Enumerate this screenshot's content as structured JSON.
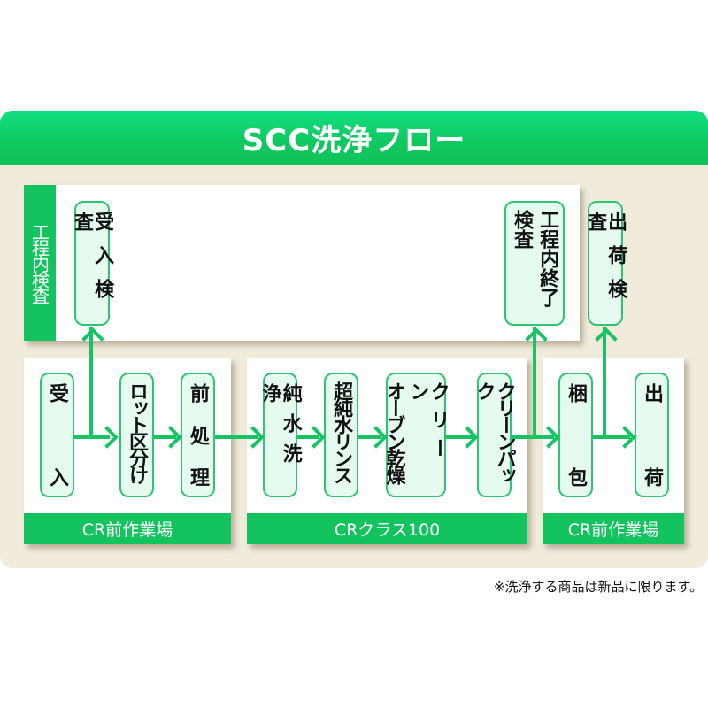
{
  "title": "SCC洗浄フロー",
  "inspection_label": "工程内検査",
  "inspections": {
    "receiving": "受入検査",
    "in_process_end": [
      "工程内終了",
      "検査"
    ],
    "shipping": "出荷検査"
  },
  "zones": [
    {
      "label": "CR前作業場",
      "steps": [
        "受入",
        "ロット区分け",
        "前処理"
      ]
    },
    {
      "label": "CRクラス100",
      "steps": [
        "純水洗浄",
        "超純水リンス",
        "クリーンオーブン乾燥",
        "クリーンパック"
      ]
    },
    {
      "label": "CR前作業場",
      "steps": [
        "梱包",
        "出荷"
      ]
    }
  ],
  "steps": {
    "receive": [
      "受",
      "入"
    ],
    "lot": "ロット区分け",
    "pre": [
      "前",
      "処",
      "理"
    ],
    "pure": "純水洗浄",
    "ultra": "超純水リンス",
    "oven_a": "クリーン",
    "oven_b": "オーブン乾燥",
    "pack": "クリーンパック",
    "wrap": [
      "梱",
      "包"
    ],
    "ship": [
      "出",
      "荷"
    ]
  },
  "note": "※洗浄する商品は新品に限ります。",
  "colors": {
    "accent": "#12c35e",
    "panel": "#f1ebdb",
    "pill_bg": "#e6fbef"
  }
}
